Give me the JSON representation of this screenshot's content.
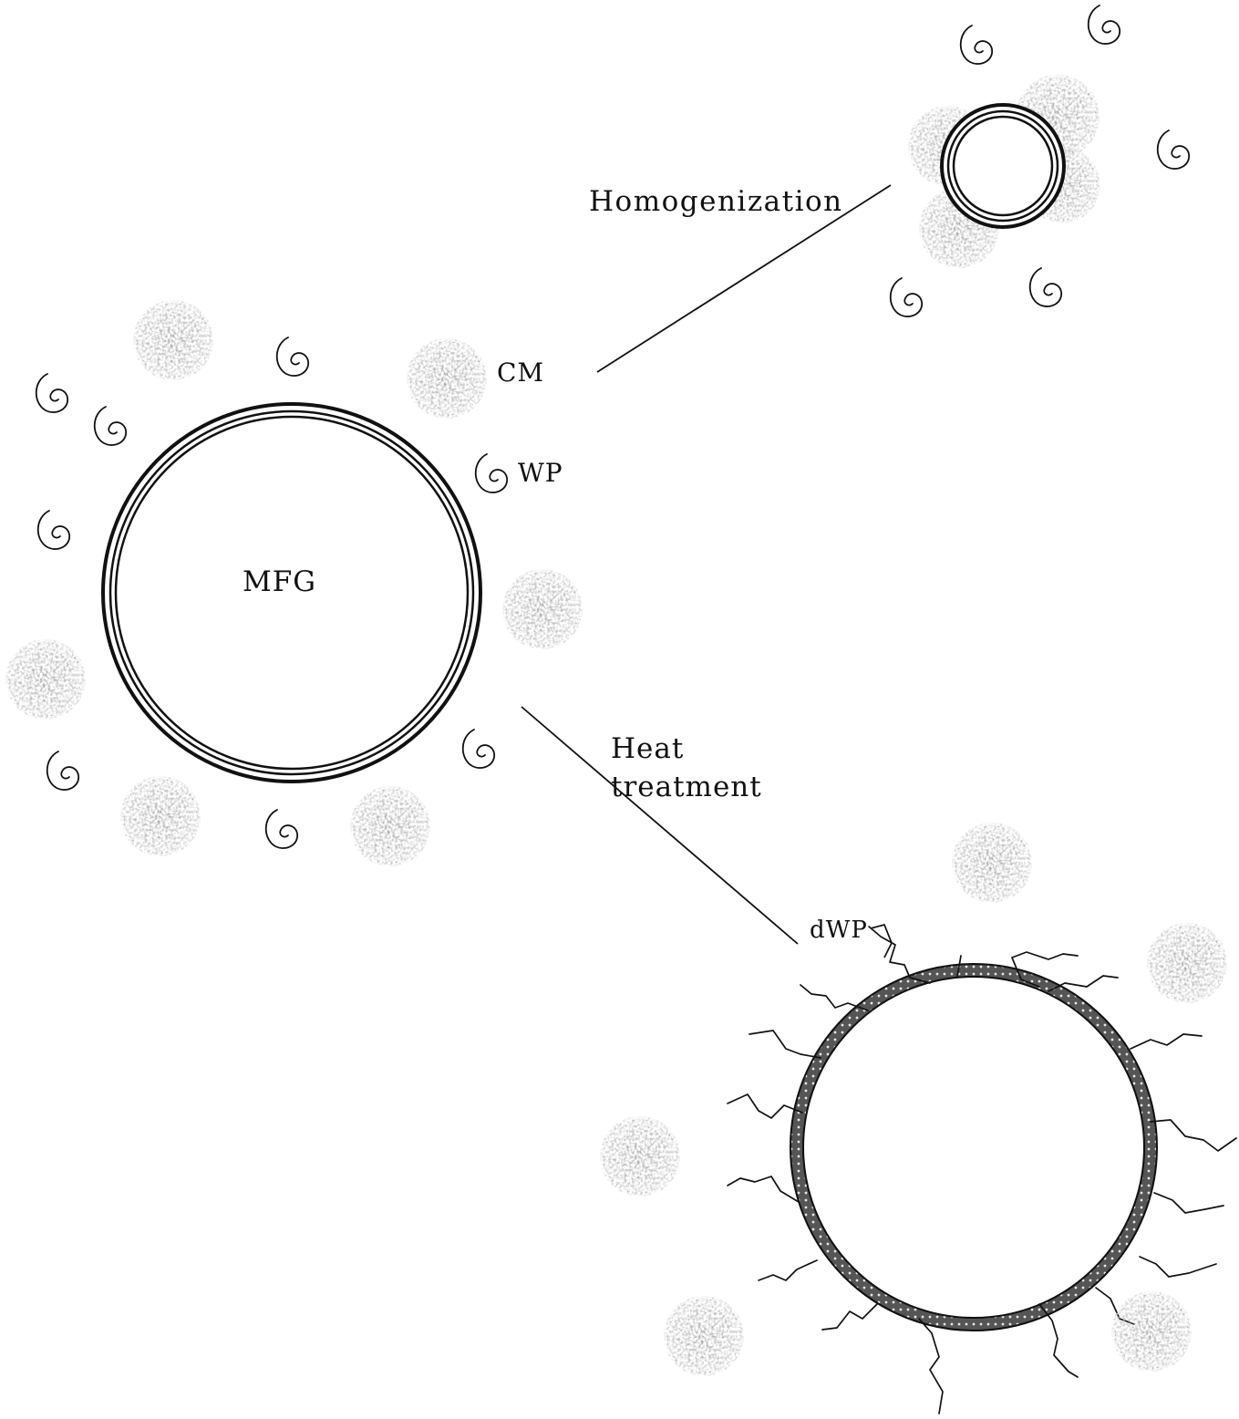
{
  "labels": {
    "homogenization": "Homogenization",
    "cm": "CM",
    "wp": "WP",
    "mfg": "MFG",
    "heat_line1": "Heat",
    "heat_line2": "treatment",
    "dwp": "dWP"
  }
}
